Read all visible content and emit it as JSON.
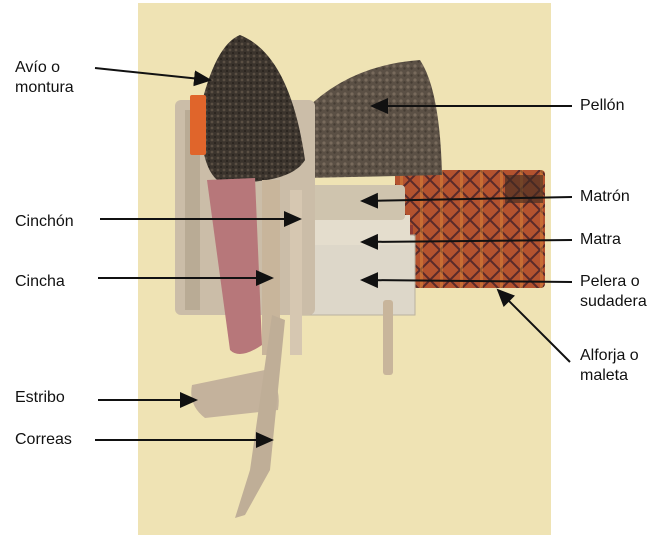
{
  "diagram": {
    "labels_left": [
      {
        "id": "avio",
        "lines": [
          "Avío o",
          "montura"
        ]
      },
      {
        "id": "cinchon",
        "lines": [
          "Cinchón"
        ]
      },
      {
        "id": "cincha",
        "lines": [
          "Cincha"
        ]
      },
      {
        "id": "estribo",
        "lines": [
          "Estribo"
        ]
      },
      {
        "id": "correas",
        "lines": [
          "Correas"
        ]
      }
    ],
    "labels_right": [
      {
        "id": "pellon",
        "lines": [
          "Pellón"
        ]
      },
      {
        "id": "matron",
        "lines": [
          "Matrón"
        ]
      },
      {
        "id": "matra",
        "lines": [
          "Matra"
        ]
      },
      {
        "id": "pelera",
        "lines": [
          "Pelera o",
          "sudadera"
        ]
      },
      {
        "id": "alforja",
        "lines": [
          "Alforja o",
          "maleta"
        ]
      }
    ],
    "colors": {
      "background_panel": "#efe3b4",
      "fleece": "#3b342d",
      "fleece_light": "#5a4f43",
      "leather": "#c9b8a2",
      "cincha_red": "#b7777a",
      "saddlebag": "#b4532f",
      "arrow": "#111111"
    }
  }
}
